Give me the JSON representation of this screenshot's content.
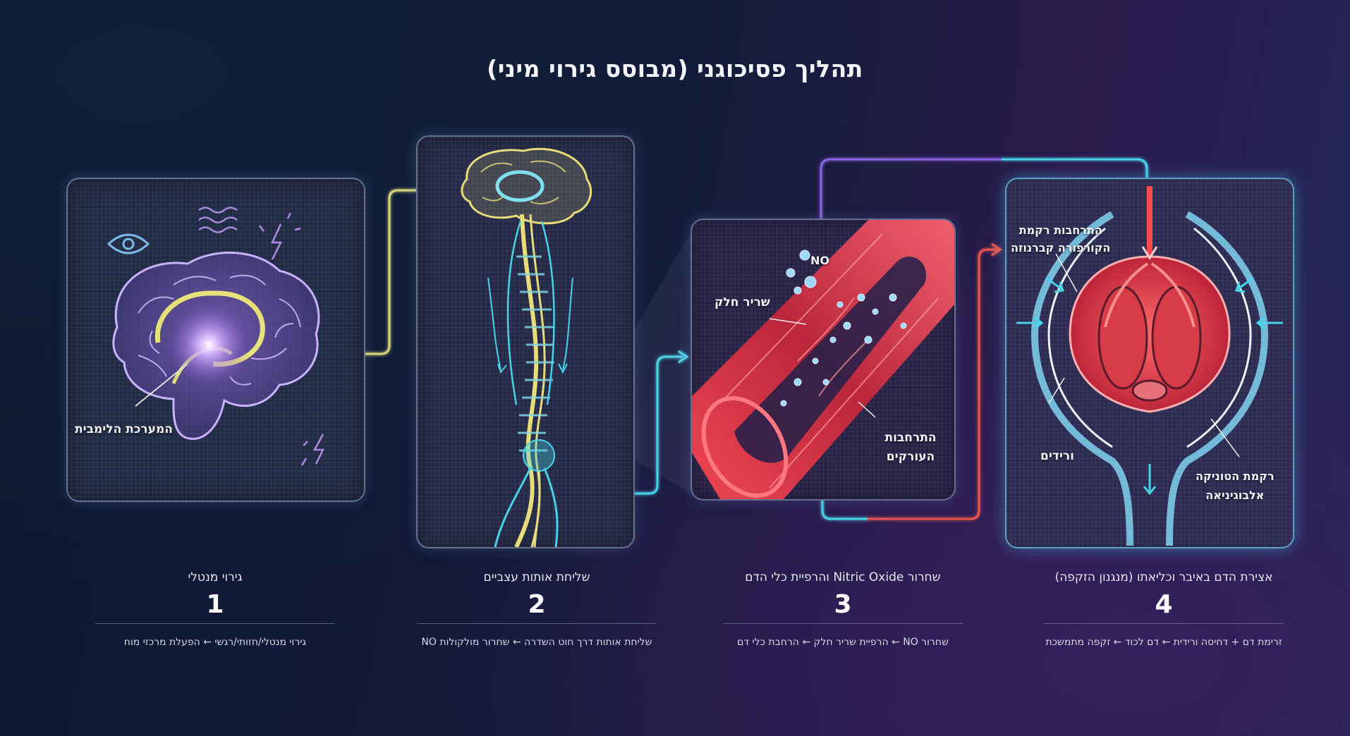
{
  "title": "תהליך פסיכוגני (מבוסס גירוי מיני)",
  "panels": {
    "p1": {
      "labels": {
        "limbic": "המערכת הלימבית"
      }
    },
    "p3": {
      "labels": {
        "no": "NO",
        "smooth_muscle": "שריר חלק",
        "dilation_l1": "התרחבות",
        "dilation_l2": "העורקים"
      }
    },
    "p4": {
      "labels": {
        "corpora_l1": "התרחבות רקמת",
        "corpora_l2": "הקורפורה קברנוזה",
        "veins": "ורידים",
        "tunica_l1": "רקמת הטוניקה",
        "tunica_l2": "אלבוגיניאה"
      }
    }
  },
  "steps": [
    {
      "number": "1",
      "title": "גירוי מנטלי",
      "description": "גירוי מנטלי/חזותי/רגשי ← הפעלת מרכזי מוח"
    },
    {
      "number": "2",
      "title": "שליחת אותות עצביים",
      "description": "שליחת אותות דרך חוט השדרה ← שחרור מולקולות NO"
    },
    {
      "number": "3",
      "title": "שחרור Nitric Oxide  והרפיית כלי הדם",
      "description": "שחרור NO ← הרפיית שריר חלק ← הרחבת כלי דם"
    },
    {
      "number": "4",
      "title": "אצירת הדם באיבר וכליאתו (מנגנון הזקפה)",
      "description": "זרימת דם + דחיסה ורידית ← דם לכוד ← זקפה מתמשכת"
    }
  ],
  "colors": {
    "connector_yellow": "#d9d47a",
    "connector_cyan": "#46d3ea",
    "connector_purple": "#8a63e0",
    "connector_red": "#e8544f"
  },
  "icons": [
    "eye-icon",
    "waves-icon",
    "spark-icon",
    "brain-icon",
    "spine-icon",
    "blood-vessel-icon",
    "penis-cross-section-icon"
  ]
}
